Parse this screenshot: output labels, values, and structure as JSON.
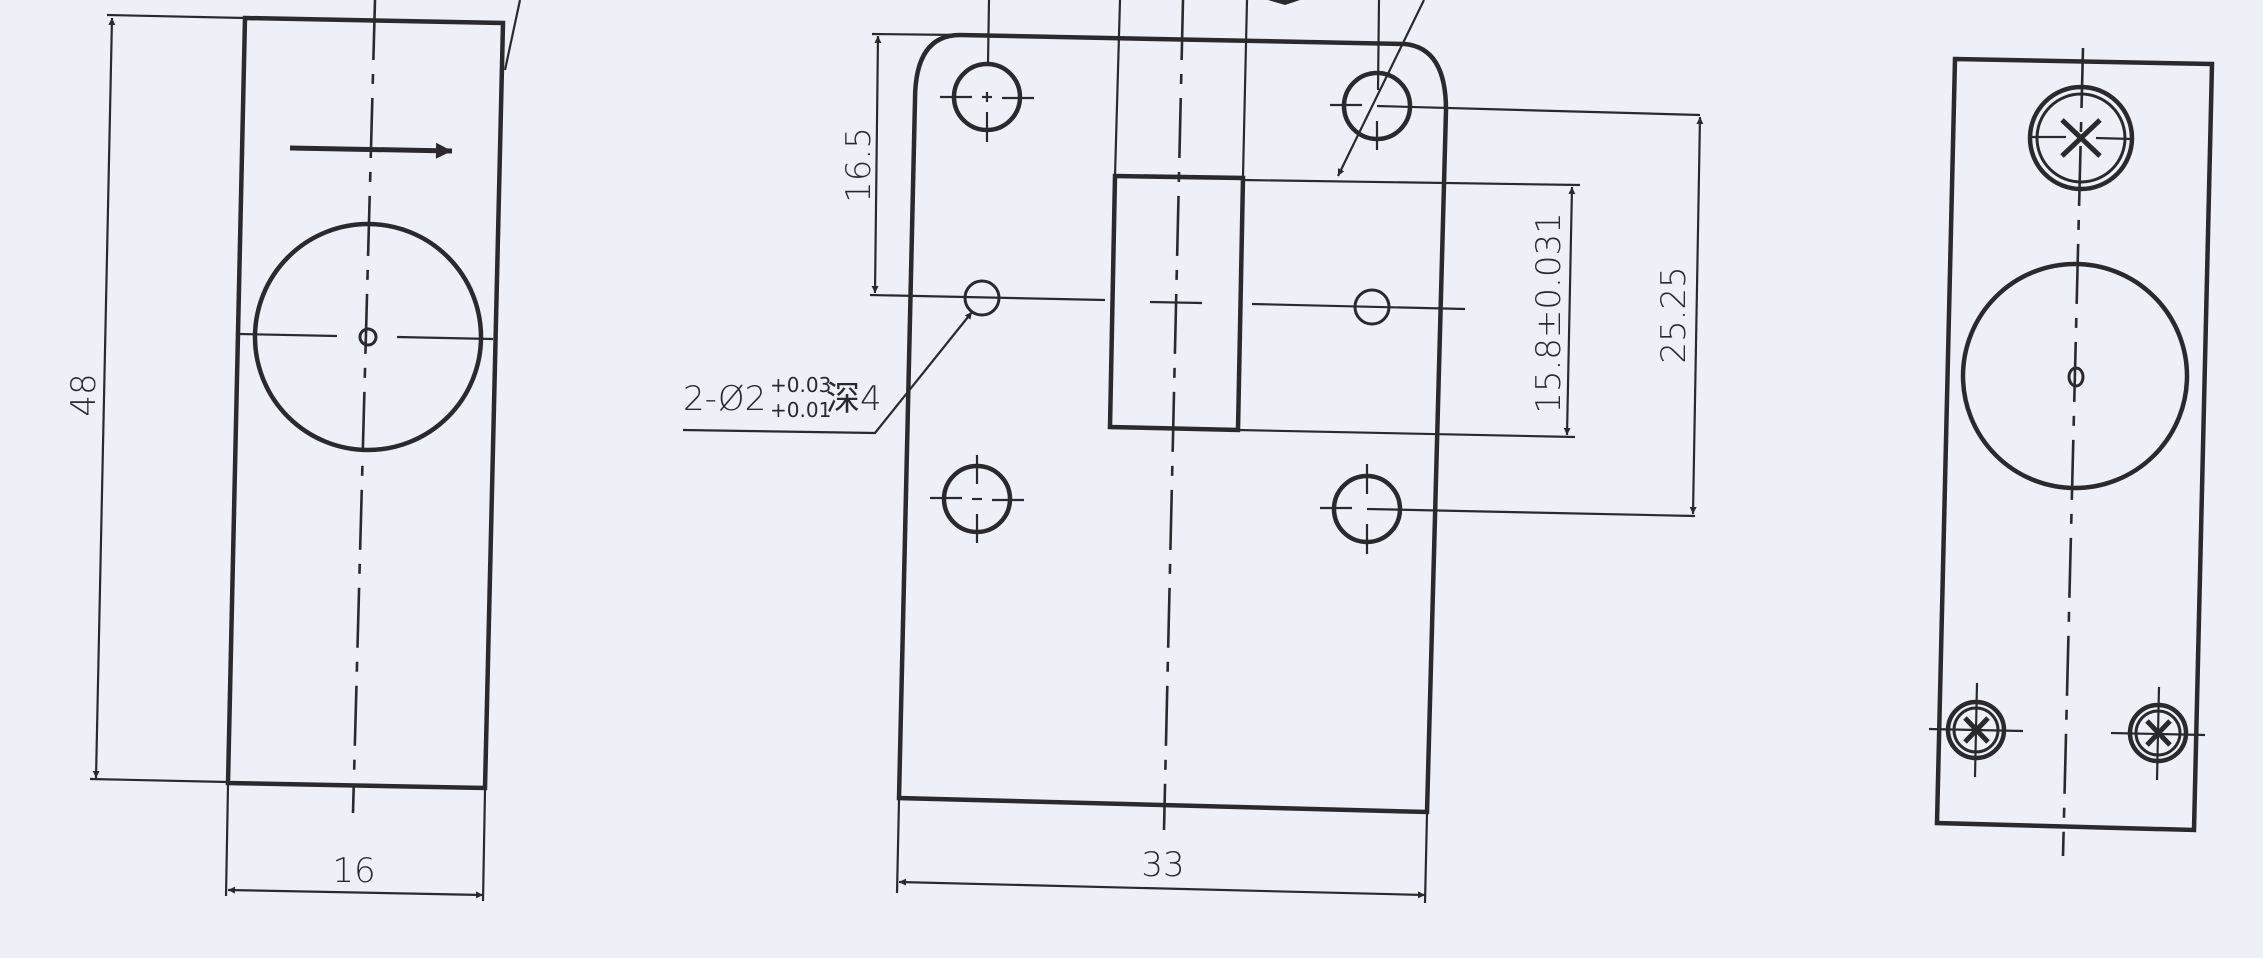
{
  "drawing": {
    "background": "#eef0f8",
    "line_color": "#2a2a2e",
    "views": [
      {
        "name": "left-view",
        "dimensions": {
          "height": "48",
          "width": "16"
        },
        "features": [
          "large-circle",
          "center-point",
          "direction-arrow"
        ]
      },
      {
        "name": "front-view",
        "dimensions": {
          "hole_offset": "16.5",
          "width": "33",
          "slot_height": "15.8±0.031",
          "hole_spacing": "25.25"
        },
        "callout": {
          "prefix": "2-Ø2",
          "tol_upper": "+0.03",
          "tol_lower": "+0.01",
          "suffix": "深4"
        },
        "features": [
          "4-mounting-holes",
          "2-pin-holes",
          "rectangular-slot"
        ]
      },
      {
        "name": "right-view",
        "features": [
          "screw-top",
          "large-circle",
          "screw-bottom-left",
          "screw-bottom-right"
        ]
      }
    ]
  }
}
